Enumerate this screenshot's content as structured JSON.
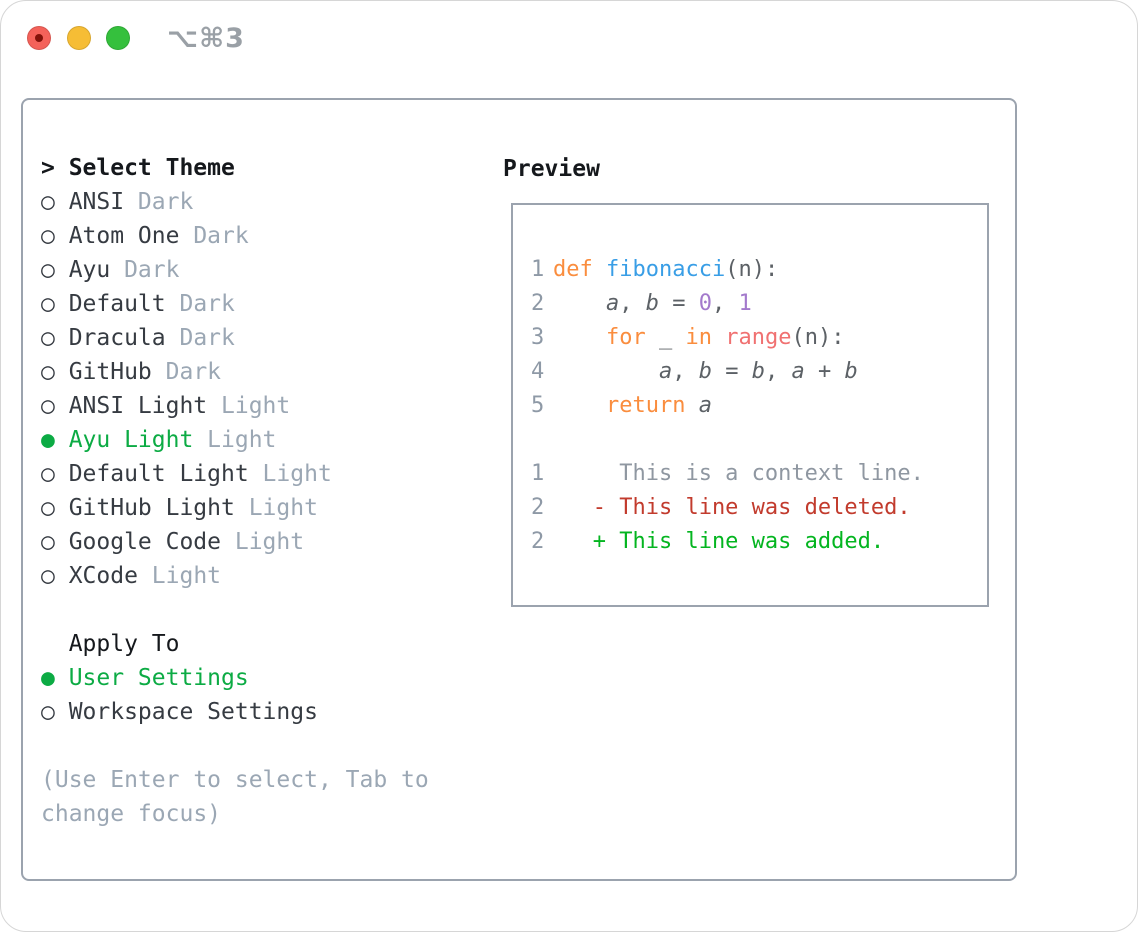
{
  "window": {
    "title_shortcut": "⌥⌘3",
    "traffic_lights": {
      "close_color": "#f4625a",
      "close_dot_color": "#82120a",
      "minimize_color": "#f6bd35",
      "zoom_color": "#35c03d"
    }
  },
  "colors": {
    "panel_border": "#9ba3ae",
    "accent_green": "#0cab44",
    "header_text": "#15181c",
    "item_text": "#363b42",
    "muted_text": "#9ba7b4"
  },
  "theme_list": {
    "header_marker": ">",
    "header_label": "Select Theme",
    "items": [
      {
        "marker": "○",
        "name": "ANSI",
        "variant": "Dark",
        "selected": false
      },
      {
        "marker": "○",
        "name": "Atom One",
        "variant": "Dark",
        "selected": false
      },
      {
        "marker": "○",
        "name": "Ayu",
        "variant": "Dark",
        "selected": false
      },
      {
        "marker": "○",
        "name": "Default",
        "variant": "Dark",
        "selected": false
      },
      {
        "marker": "○",
        "name": "Dracula",
        "variant": "Dark",
        "selected": false
      },
      {
        "marker": "○",
        "name": "GitHub",
        "variant": "Dark",
        "selected": false
      },
      {
        "marker": "○",
        "name": "ANSI Light",
        "variant": "Light",
        "selected": false
      },
      {
        "marker": "●",
        "name": "Ayu Light",
        "variant": "Light",
        "selected": true
      },
      {
        "marker": "○",
        "name": "Default Light",
        "variant": "Light",
        "selected": false
      },
      {
        "marker": "○",
        "name": "GitHub Light",
        "variant": "Light",
        "selected": false
      },
      {
        "marker": "○",
        "name": "Google Code",
        "variant": "Light",
        "selected": false
      },
      {
        "marker": "○",
        "name": "XCode",
        "variant": "Light",
        "selected": false
      }
    ]
  },
  "apply_to": {
    "label": "Apply To",
    "options": [
      {
        "marker": "●",
        "label": "User Settings",
        "selected": true
      },
      {
        "marker": "○",
        "label": "Workspace Settings",
        "selected": false
      }
    ]
  },
  "hint": {
    "line1": "(Use Enter to select, Tab to",
    "line2": "change focus)"
  },
  "preview": {
    "label": "Preview",
    "token_colors": {
      "keyword": "#fa8d3e",
      "function": "#399ee6",
      "number": "#a37acc",
      "special": "#f07171",
      "text": "#5c6166",
      "var": "#5c6166",
      "linenum": "#8e99a6",
      "context": "#8f97a1",
      "deleted": "#c23b2d",
      "added": "#04b520"
    },
    "code_lines": [
      {
        "num": "1",
        "tokens": [
          {
            "t": "def",
            "c": "keyword"
          },
          {
            "t": " ",
            "c": "text"
          },
          {
            "t": "fibonacci",
            "c": "function"
          },
          {
            "t": "(n):",
            "c": "text"
          }
        ]
      },
      {
        "num": "2",
        "tokens": [
          {
            "t": "    ",
            "c": "text"
          },
          {
            "t": "a",
            "c": "var",
            "i": true
          },
          {
            "t": ", ",
            "c": "text"
          },
          {
            "t": "b",
            "c": "var",
            "i": true
          },
          {
            "t": " = ",
            "c": "text"
          },
          {
            "t": "0",
            "c": "number"
          },
          {
            "t": ", ",
            "c": "text"
          },
          {
            "t": "1",
            "c": "number"
          }
        ]
      },
      {
        "num": "3",
        "tokens": [
          {
            "t": "    ",
            "c": "text"
          },
          {
            "t": "for",
            "c": "keyword"
          },
          {
            "t": " _ ",
            "c": "text"
          },
          {
            "t": "in",
            "c": "keyword"
          },
          {
            "t": " ",
            "c": "text"
          },
          {
            "t": "range",
            "c": "special"
          },
          {
            "t": "(n):",
            "c": "text"
          }
        ]
      },
      {
        "num": "4",
        "tokens": [
          {
            "t": "        ",
            "c": "text"
          },
          {
            "t": "a",
            "c": "var",
            "i": true
          },
          {
            "t": ", ",
            "c": "text"
          },
          {
            "t": "b",
            "c": "var",
            "i": true
          },
          {
            "t": " = ",
            "c": "text"
          },
          {
            "t": "b",
            "c": "var",
            "i": true
          },
          {
            "t": ", ",
            "c": "text"
          },
          {
            "t": "a",
            "c": "var",
            "i": true
          },
          {
            "t": " + ",
            "c": "text"
          },
          {
            "t": "b",
            "c": "var",
            "i": true
          }
        ]
      },
      {
        "num": "5",
        "tokens": [
          {
            "t": "    ",
            "c": "text"
          },
          {
            "t": "return",
            "c": "keyword"
          },
          {
            "t": " ",
            "c": "text"
          },
          {
            "t": "a",
            "c": "var",
            "i": true
          }
        ]
      },
      {
        "num": "",
        "tokens": []
      },
      {
        "num": "1",
        "tokens": [
          {
            "t": "     This is a context line.",
            "c": "context"
          }
        ]
      },
      {
        "num": "2",
        "tokens": [
          {
            "t": "   - This line was deleted.",
            "c": "deleted"
          }
        ]
      },
      {
        "num": "2",
        "tokens": [
          {
            "t": "   + This line was added.",
            "c": "added"
          }
        ]
      }
    ]
  }
}
